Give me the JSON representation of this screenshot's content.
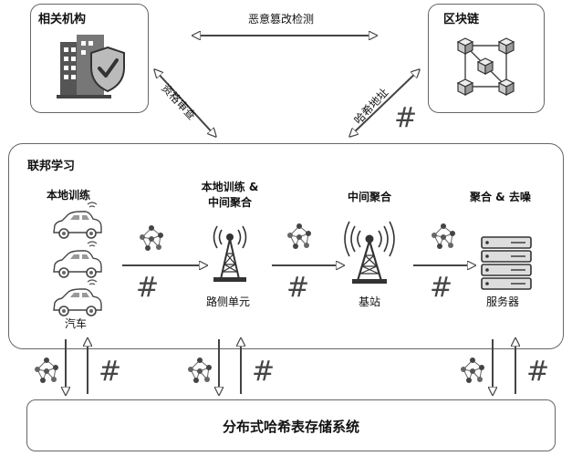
{
  "institutions": {
    "title": "相关机构"
  },
  "blockchain": {
    "title": "区块链"
  },
  "edges": {
    "tamper": "恶意篡改检测",
    "qualification": "资格审查",
    "hash_address": "哈希地址"
  },
  "federated": {
    "title": "联邦学习",
    "stages": {
      "local": "本地训练",
      "local_mid_1": "本地训练 &",
      "local_mid_2": "中间聚合",
      "mid": "中间聚合",
      "agg": "聚合 & 去噪"
    },
    "nodes": {
      "car": "汽车",
      "rsu": "路侧单元",
      "bs": "基站",
      "server": "服务器"
    }
  },
  "storage": {
    "title": "分布式哈希表存储系统"
  },
  "hash_symbol": "#"
}
